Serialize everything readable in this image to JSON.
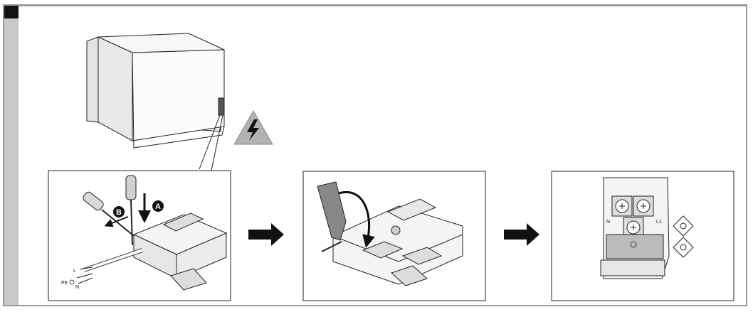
{
  "callouts": {
    "step_a": "A",
    "step_b": "B"
  },
  "wire_labels": {
    "live": "L",
    "protective_earth": "PE",
    "neutral": "N"
  },
  "terminal_labels": {
    "neutral": "N",
    "line": "L1"
  },
  "panels": [
    {
      "name": "wiring-step"
    },
    {
      "name": "terminal-cover-step"
    },
    {
      "name": "terminal-block-step"
    }
  ],
  "colors": {
    "frame": "#9a9a9a",
    "band": "#c8c8c8",
    "arrow": "#111111",
    "line": "#222222"
  }
}
